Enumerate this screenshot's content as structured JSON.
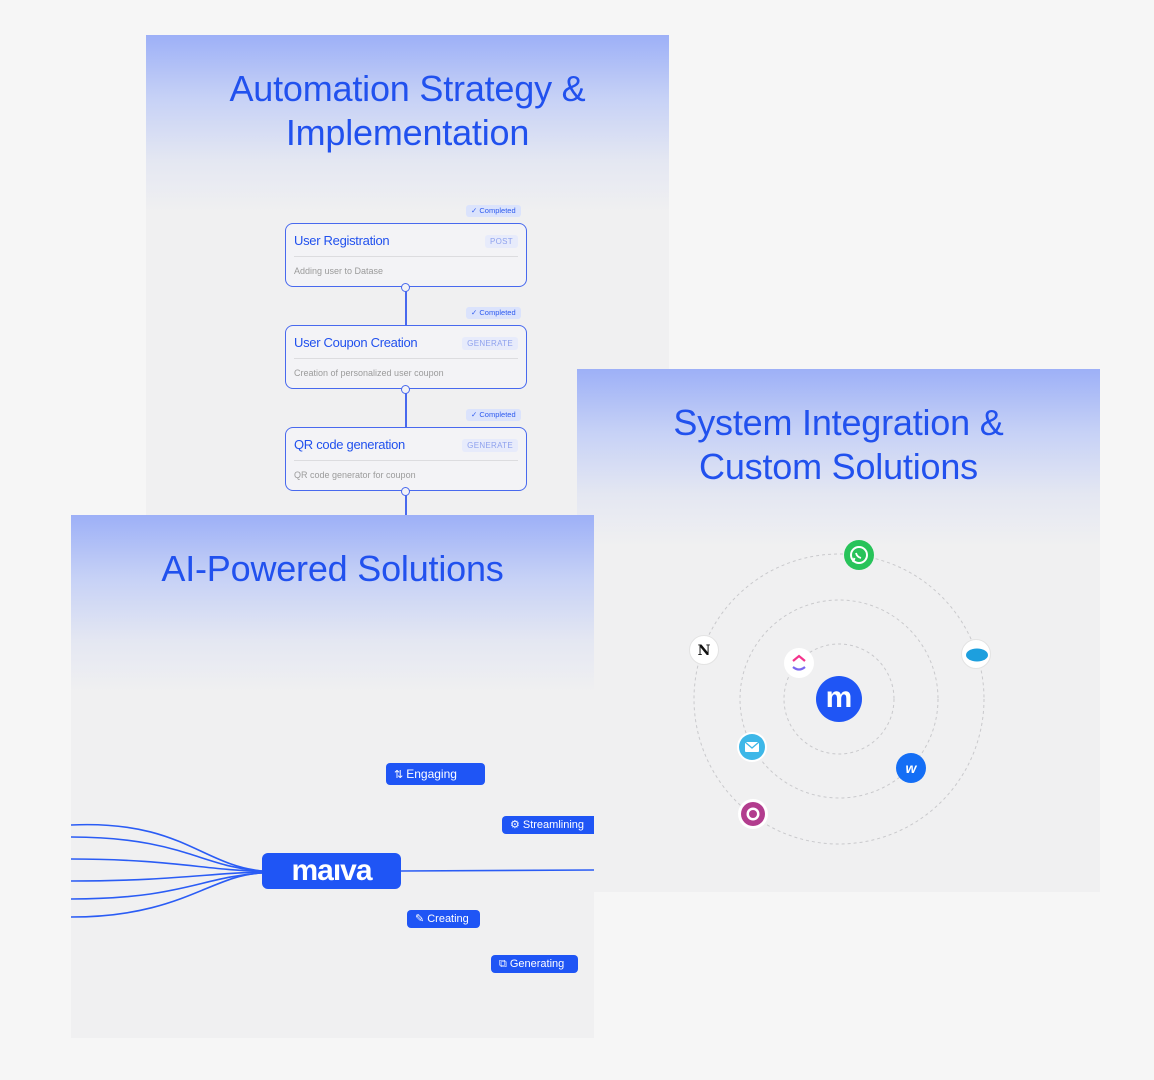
{
  "cards": {
    "automation": {
      "title": "Automation Strategy &\nImplementation",
      "steps": [
        {
          "badge": "✓ Completed",
          "title": "User Registration",
          "method": "POST",
          "desc": "Adding user to Datase"
        },
        {
          "badge": "✓ Completed",
          "title": "User Coupon Creation",
          "method": "GENERATE",
          "desc": "Creation of personalized user coupon"
        },
        {
          "badge": "✓ Completed",
          "title": "QR code generation",
          "method": "GENERATE",
          "desc": "QR code generator for coupon"
        }
      ]
    },
    "integration": {
      "title": "System Integration &\nCustom Solutions",
      "center_logo": "m",
      "icons": [
        "whatsapp-icon",
        "notion-icon",
        "clickup-icon",
        "salesforce-icon",
        "email-icon",
        "webflow-icon",
        "circle-app-icon"
      ]
    },
    "ai": {
      "title": "AI-Powered Solutions",
      "logo": "maıva",
      "tags": [
        {
          "icon": "⇅",
          "label": "Engaging"
        },
        {
          "icon": "⚙",
          "label": "Streamlining"
        },
        {
          "icon": "✎",
          "label": "Creating"
        },
        {
          "icon": "⧉",
          "label": "Generating"
        }
      ]
    }
  },
  "colors": {
    "accent": "#1f55f5",
    "title": "#2151ee",
    "whatsapp": "#28c35a",
    "salesforce": "#1d9fde",
    "webflow": "#146ef5",
    "circle": "#b23d8e"
  }
}
